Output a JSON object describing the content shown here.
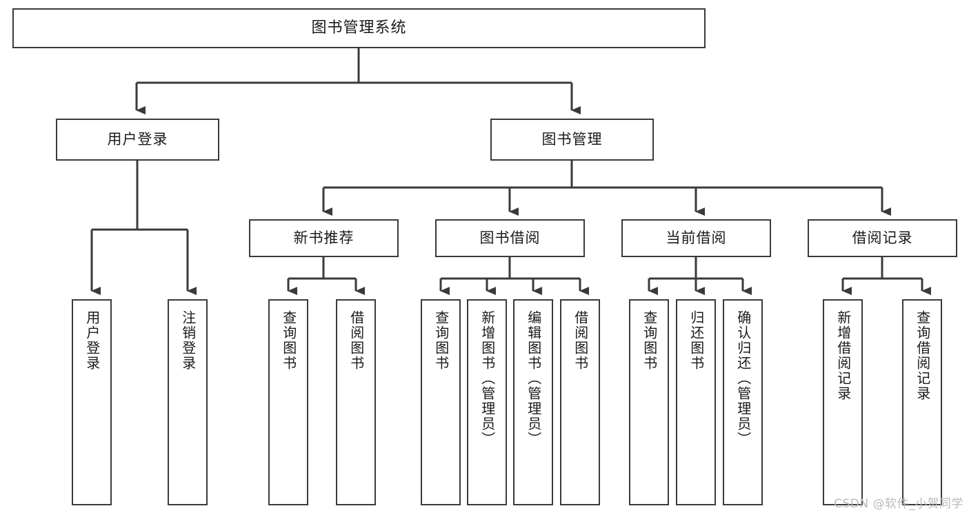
{
  "diagram": {
    "type": "tree",
    "title": "图书管理系统",
    "orientation": "top-down",
    "edge_color": "#3a3a3a",
    "node_border_color": "#3a3a3a",
    "node_fill_color": "#ffffff",
    "text_color": "#1a1a1a"
  },
  "watermark": {
    "text": "CSDN @软件_小贺同学",
    "color": "#b9b9b9"
  },
  "nodes": {
    "root": {
      "label": "图书管理系统",
      "level": 1,
      "orientation": "horizontal"
    },
    "l2": [
      {
        "id": "user-login",
        "label": "用户登录",
        "level": 2,
        "orientation": "horizontal"
      },
      {
        "id": "book-manage",
        "label": "图书管理",
        "level": 2,
        "orientation": "horizontal"
      }
    ],
    "l3": [
      {
        "id": "new-book-recommend",
        "label": "新书推荐",
        "level": 3,
        "orientation": "horizontal",
        "parent": "book-manage"
      },
      {
        "id": "book-borrow",
        "label": "图书借阅",
        "level": 3,
        "orientation": "horizontal",
        "parent": "book-manage"
      },
      {
        "id": "current-borrow",
        "label": "当前借阅",
        "level": 3,
        "orientation": "horizontal",
        "parent": "book-manage"
      },
      {
        "id": "borrow-record",
        "label": "借阅记录",
        "level": 3,
        "orientation": "horizontal",
        "parent": "book-manage"
      }
    ],
    "leaves": [
      {
        "id": "leaf-user-login",
        "label": "用户登录",
        "orientation": "vertical",
        "parent": "user-login"
      },
      {
        "id": "leaf-logout-login",
        "label": "注销登录",
        "orientation": "vertical",
        "parent": "user-login"
      },
      {
        "id": "leaf-query-book-1",
        "label": "查询图书",
        "orientation": "vertical",
        "parent": "new-book-recommend"
      },
      {
        "id": "leaf-borrow-book-1",
        "label": "借阅图书",
        "orientation": "vertical",
        "parent": "new-book-recommend"
      },
      {
        "id": "leaf-query-book-2",
        "label": "查询图书",
        "orientation": "vertical",
        "parent": "book-borrow"
      },
      {
        "id": "leaf-add-book",
        "label": "新增图书（管理员）",
        "orientation": "vertical",
        "parent": "book-borrow"
      },
      {
        "id": "leaf-edit-book",
        "label": "编辑图书（管理员）",
        "orientation": "vertical",
        "parent": "book-borrow"
      },
      {
        "id": "leaf-borrow-book-2",
        "label": "借阅图书",
        "orientation": "vertical",
        "parent": "book-borrow"
      },
      {
        "id": "leaf-query-book-3",
        "label": "查询图书",
        "orientation": "vertical",
        "parent": "current-borrow"
      },
      {
        "id": "leaf-return-book",
        "label": "归还图书",
        "orientation": "vertical",
        "parent": "current-borrow"
      },
      {
        "id": "leaf-confirm-return",
        "label": "确认归还（管理员）",
        "orientation": "vertical",
        "parent": "current-borrow"
      },
      {
        "id": "leaf-add-record",
        "label": "新增借阅记录",
        "orientation": "vertical",
        "parent": "borrow-record"
      },
      {
        "id": "leaf-query-record",
        "label": "查询借阅记录",
        "orientation": "vertical",
        "parent": "borrow-record"
      }
    ]
  }
}
